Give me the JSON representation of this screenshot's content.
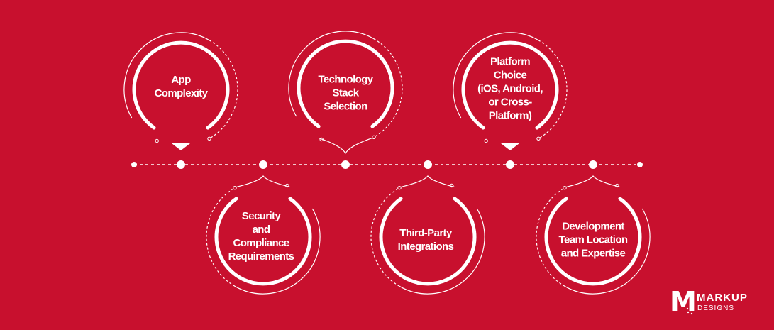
{
  "colors": {
    "background": "#C8102E",
    "foreground": "#FFFFFF"
  },
  "nodes": [
    {
      "lines": [
        "App",
        "Complexity"
      ]
    },
    {
      "lines": [
        "Security",
        "and",
        "Compliance",
        "Requirements"
      ]
    },
    {
      "lines": [
        "Technology",
        "Stack",
        "Selection"
      ]
    },
    {
      "lines": [
        "Third-Party",
        "Integrations"
      ]
    },
    {
      "lines": [
        "Platform",
        "Choice",
        "(iOS, Android,",
        "or Cross-",
        "Platform)"
      ]
    },
    {
      "lines": [
        "Development",
        "Team Location",
        "and Expertise"
      ]
    }
  ],
  "logo": {
    "mark": "M",
    "name": "MARKUP",
    "tagline": "DESIGNS"
  }
}
